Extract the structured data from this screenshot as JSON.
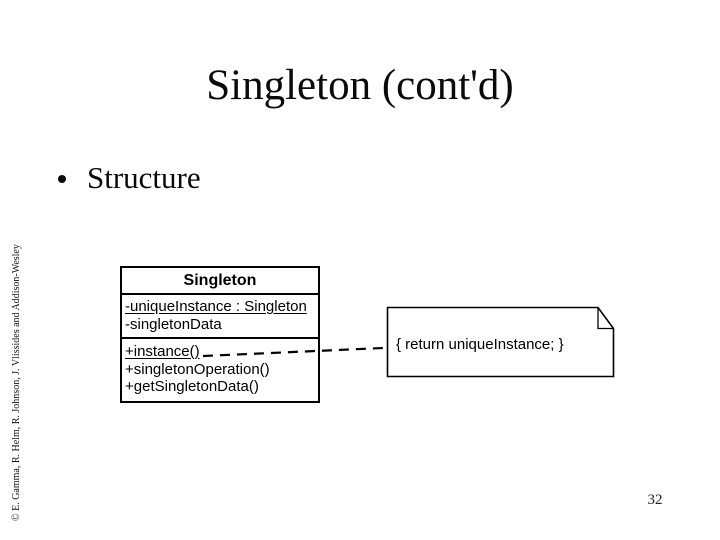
{
  "slide": {
    "title": "Singleton (cont'd)",
    "bullet_text": "Structure",
    "page_number": "32",
    "copyright": "© E. Gamma, R. Helm, R. Johnson, J. Vlissides and Addison-Wesley"
  },
  "diagram": {
    "class_box": {
      "name": "Singleton",
      "attributes": [
        {
          "text": "-uniqueInstance : Singleton",
          "underline": true
        },
        {
          "text": "-singletonData",
          "underline": false
        }
      ],
      "methods": [
        {
          "text": "+instance()",
          "underline": true
        },
        {
          "text": "+singletonOperation()",
          "underline": false
        },
        {
          "text": "+getSingletonData()",
          "underline": false
        }
      ]
    },
    "note": {
      "text": "{ return uniqueInstance; }"
    },
    "connector": {
      "style": "dashed",
      "from": "instance() method",
      "to": "note"
    },
    "colors": {
      "line": "#000000",
      "fill": "#ffffff",
      "text": "#000000"
    }
  }
}
